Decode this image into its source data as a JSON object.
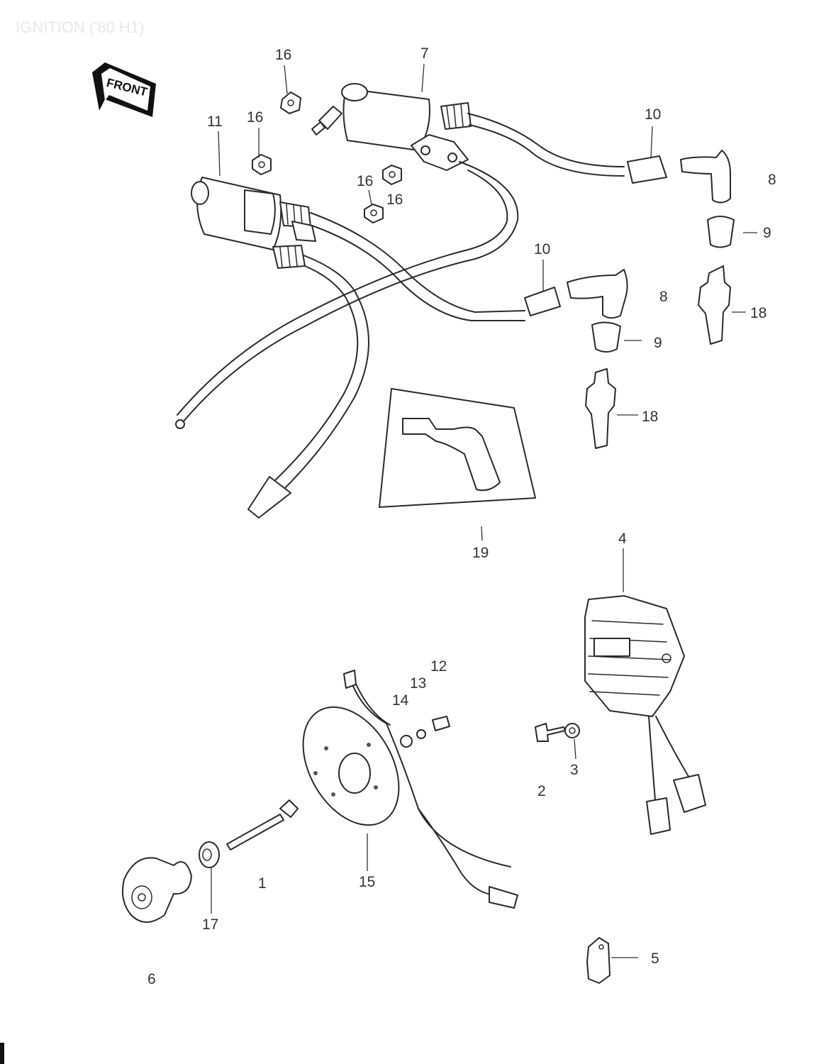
{
  "title": "IGNITION ('80 H1)",
  "front_badge": "FRONT",
  "colors": {
    "ink": "#2a2a2a",
    "title": "#e8e8e8",
    "background": "#ffffff"
  },
  "callouts": [
    {
      "id": "c1",
      "label": "7"
    },
    {
      "id": "c2",
      "label": "16"
    },
    {
      "id": "c3",
      "label": "16"
    },
    {
      "id": "c4",
      "label": "11"
    },
    {
      "id": "c5",
      "label": "16"
    },
    {
      "id": "c6",
      "label": "16"
    },
    {
      "id": "c7",
      "label": "10"
    },
    {
      "id": "c8",
      "label": "8"
    },
    {
      "id": "c9",
      "label": "9"
    },
    {
      "id": "c10",
      "label": "10"
    },
    {
      "id": "c11",
      "label": "8"
    },
    {
      "id": "c12",
      "label": "18"
    },
    {
      "id": "c13",
      "label": "9"
    },
    {
      "id": "c14",
      "label": "18"
    },
    {
      "id": "c15",
      "label": "19"
    },
    {
      "id": "c16",
      "label": "4"
    },
    {
      "id": "c17",
      "label": "12"
    },
    {
      "id": "c18",
      "label": "13"
    },
    {
      "id": "c19",
      "label": "14"
    },
    {
      "id": "c20",
      "label": "2"
    },
    {
      "id": "c21",
      "label": "3"
    },
    {
      "id": "c22",
      "label": "1"
    },
    {
      "id": "c23",
      "label": "15"
    },
    {
      "id": "c24",
      "label": "17"
    },
    {
      "id": "c25",
      "label": "6"
    },
    {
      "id": "c26",
      "label": "5"
    }
  ]
}
